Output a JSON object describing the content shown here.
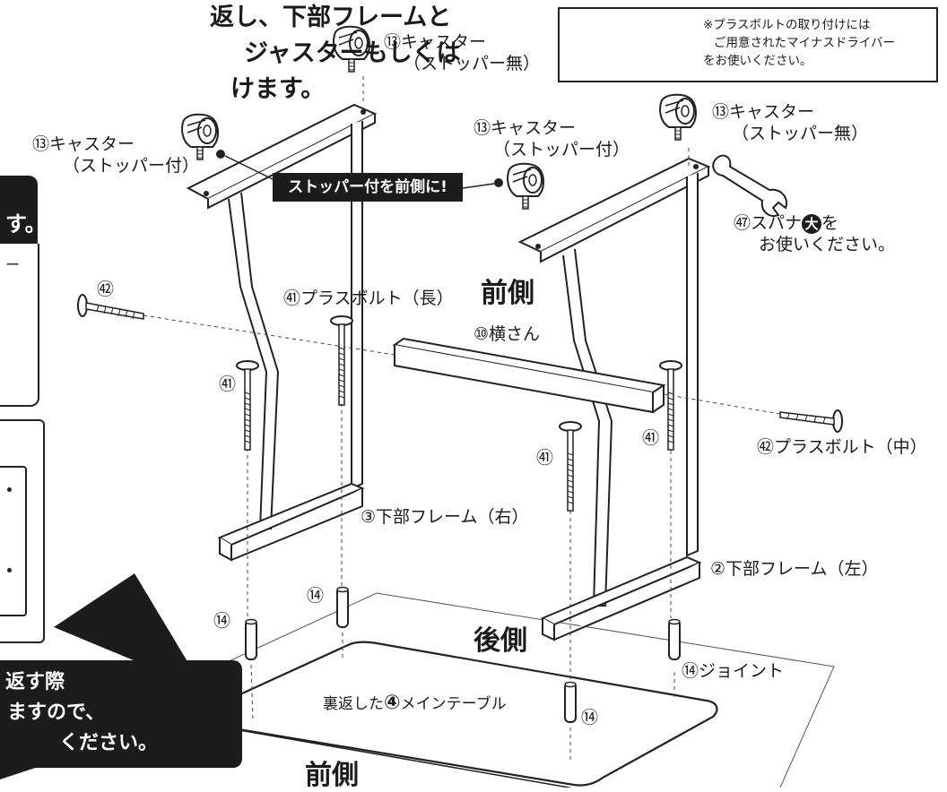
{
  "header": {
    "line1": "返し、下部フレームと",
    "line2": "ジャスターもしくは",
    "line3": "けます。"
  },
  "note": {
    "lines": [
      "※プラスボルトの取り付けには",
      "ご用意されたマイナスドライバー",
      "をお使いください。"
    ]
  },
  "left_panel": {
    "line1_suffix": "す。",
    "dash": "ー",
    "bottom_lines": [
      "返す際",
      "ますので、",
      "ください。"
    ]
  },
  "callout_front": "ストッパー付を前側に!",
  "labels": {
    "caster_13a_num": "⑬",
    "caster_13a": "キャスター",
    "caster_13a_sub": "（ストッパー無）",
    "caster_13b_num": "⑬",
    "caster_13b": "キャスター",
    "caster_13b_sub": "（ストッパー付）",
    "caster_13c_num": "⑬",
    "caster_13c": "キャスター",
    "caster_13c_sub": "（ストッパー付）",
    "caster_13d_num": "⑬",
    "caster_13d": "キャスター",
    "caster_13d_sub": "（ストッパー無）",
    "spanner_num": "㊼",
    "spanner_a": "スパナ",
    "spanner_big": "大",
    "spanner_b": "を",
    "spanner_line2": "お使いください。",
    "front_top": "前側",
    "bolt51_label_num": "㊶",
    "bolt51_label": "プラスボルト（長）",
    "bolt52_left_num": "㊷",
    "crossbar_num": "⑩",
    "crossbar": "横さん",
    "bolt51_a": "㊶",
    "bolt51_b": "㊶",
    "bolt51_c": "㊶",
    "bolt52_right_num": "㊷",
    "bolt52_right": "プラスボルト（中）",
    "frame_right_num": "③",
    "frame_right": "下部フレーム（右）",
    "frame_left_num": "②",
    "frame_left": "下部フレーム（左）",
    "joint_a": "⑭",
    "joint_b": "⑭",
    "joint_c": "⑭",
    "joint_d_num": "⑭",
    "joint_d": "ジョイント",
    "rear": "後側",
    "table_prefix": "裏返した",
    "table_num": "④",
    "table_suffix": "メインテーブル",
    "front_bottom": "前側"
  }
}
